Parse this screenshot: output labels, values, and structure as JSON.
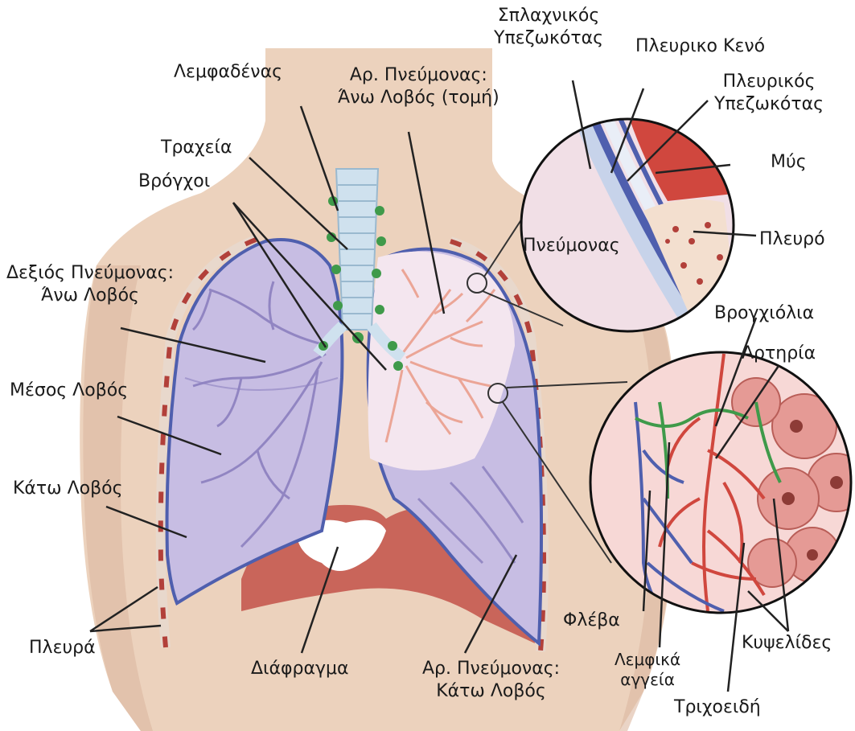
{
  "labels": {
    "lymph_node": "Λεμφαδένας",
    "left_upper_lobe": [
      "Αρ. Πνεύμονας:",
      "Άνω Λοβός (τομή)"
    ],
    "trachea": "Τραχεία",
    "bronchi": "Βρόγχοι",
    "visceral_pleura": [
      "Σπλαχνικός",
      "Υπεζωκότας"
    ],
    "pleural_space": "Πλευρικο Κενό",
    "parietal_pleura": [
      "Πλευρικός",
      "Υπεζωκότας"
    ],
    "muscle": "Μύς",
    "rib": "Πλευρό",
    "lung": "Πνεύμονας",
    "right_upper_lobe": [
      "Δεξιός Πνεύμονας:",
      "Άνω Λοβός"
    ],
    "middle_lobe": "Μέσος Λοβός",
    "lower_lobe": "Κάτω Λοβός",
    "ribs": "Πλευρά",
    "bronchioles": "Βρογχιόλια",
    "artery": "Αρτηρία",
    "vein": "Φλέβα",
    "alveoli": "Κυψελίδες",
    "lymph_vessels": [
      "Λεμφικά",
      "αγγεία"
    ],
    "capillaries": "Τριχοειδή",
    "diaphragm": "Διάφραγμα",
    "left_lower_lobe": [
      "Αρ. Πνεύμονας:",
      "Κάτω Λοβός"
    ]
  },
  "colors": {
    "skin": "#ecd2bd",
    "skin_shadow": "#dcb8a0",
    "lung_right": "#c7bde3",
    "lung_vessels": "#8c80bf",
    "lung_left_section": "#f4e6ef",
    "bronchial_tree": "#eba596",
    "diaphragm": "#c9655a",
    "trachea": "#cfe1ee",
    "lymph": "#3f9a4a",
    "pleura_blue": "#4f5fae",
    "muscle_red": "#d0473e",
    "rib_bone": "#f3dfcf",
    "leader_line": "#222222"
  }
}
